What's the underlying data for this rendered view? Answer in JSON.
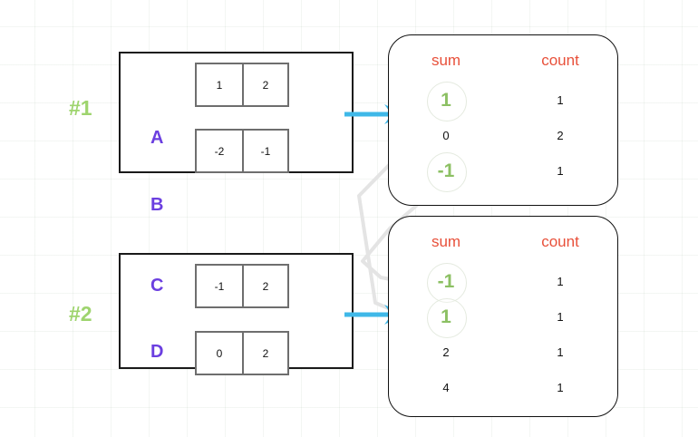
{
  "groups": [
    {
      "tag": "#1",
      "rows": [
        {
          "label": "A",
          "cells": [
            "1",
            "2"
          ]
        },
        {
          "label": "B",
          "cells": [
            "-2",
            "-1"
          ]
        }
      ]
    },
    {
      "tag": "#2",
      "rows": [
        {
          "label": "C",
          "cells": [
            "-1",
            "2"
          ]
        },
        {
          "label": "D",
          "cells": [
            "0",
            "2"
          ]
        }
      ]
    }
  ],
  "tables": [
    {
      "headers": [
        "sum",
        "count"
      ],
      "rows": [
        {
          "sum": "1",
          "count": "1",
          "highlight": true
        },
        {
          "sum": "0",
          "count": "2",
          "highlight": false
        },
        {
          "sum": "-1",
          "count": "1",
          "highlight": true
        }
      ]
    },
    {
      "headers": [
        "sum",
        "count"
      ],
      "rows": [
        {
          "sum": "-1",
          "count": "1",
          "highlight": true
        },
        {
          "sum": "1",
          "count": "1",
          "highlight": true
        },
        {
          "sum": "2",
          "count": "1",
          "highlight": false
        },
        {
          "sum": "4",
          "count": "1",
          "highlight": false
        }
      ]
    }
  ],
  "arrows": [
    {
      "name": "arrow-group1-to-table1"
    },
    {
      "name": "arrow-group2-to-table2"
    }
  ],
  "colors": {
    "group_tag": "#9ed46e",
    "row_label": "#6b3fe0",
    "header": "#e8503a",
    "highlight_value": "#8cc063",
    "arrow": "#3fb8e8",
    "wire": "#e2e2e2",
    "box_border": "#1a1a1a",
    "cell_border": "#6e6e6e"
  }
}
